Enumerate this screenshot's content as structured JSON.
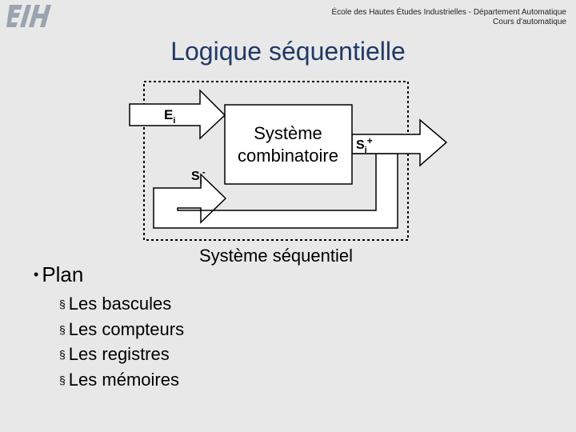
{
  "header": {
    "institution": "École des Hautes Études Industrielles - Département Automatique",
    "course": "Cours d'automatique"
  },
  "logo": {
    "icon": "eihf-logo-icon",
    "color": "#9aa4b0"
  },
  "slide": {
    "title": "Logique séquentielle"
  },
  "diagram": {
    "input_label": "E",
    "input_sub": "i",
    "feedback_label": "S",
    "feedback_sub": "i",
    "feedback_sup": "-",
    "output_label": "S",
    "output_sub": "i",
    "output_sup": "+",
    "combinational_line1": "Système",
    "combinational_line2": "combinatoire",
    "sequential_label": "Système séquentiel"
  },
  "plan": {
    "heading": "Plan",
    "bullet": "•",
    "item_marker": "§",
    "items": [
      "Les bascules",
      "Les compteurs",
      "Les registres",
      "Les mémoires"
    ]
  },
  "colors": {
    "title": "#1f3a66",
    "background": "#e8e8e8"
  }
}
